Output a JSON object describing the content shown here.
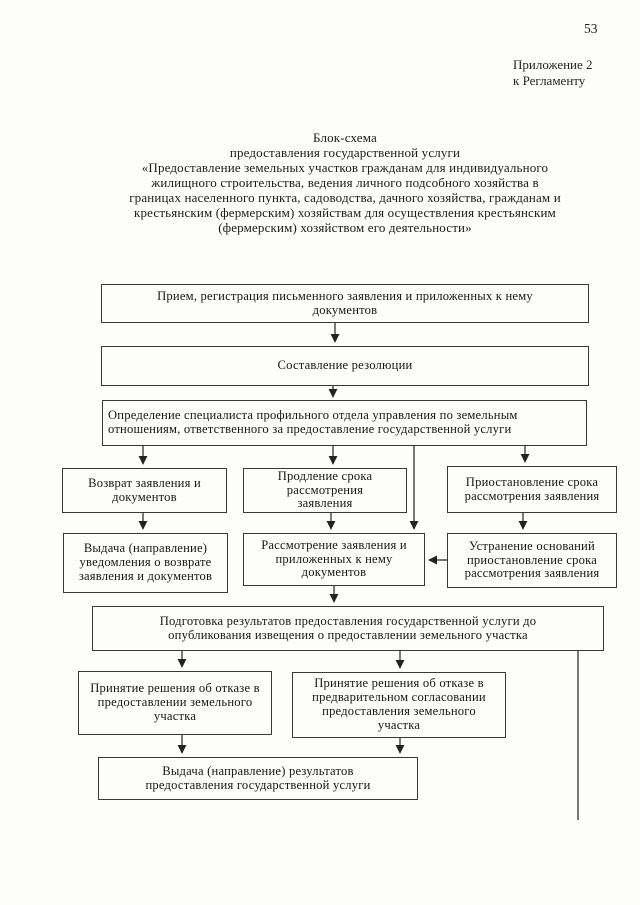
{
  "page": {
    "number": "53",
    "annotation": {
      "line1": "Приложение 2",
      "line2": "к Регламенту"
    }
  },
  "title": {
    "lines": [
      "Блок-схема",
      "предоставления государственной услуги",
      "«Предоставление земельных участков гражданам для индивидуального",
      "жилищного строительства, ведения личного подсобного хозяйства в",
      "границах населенного пункта, садоводства, дачного хозяйства, гражданам и",
      "крестьянским (фермерским) хозяйствам для осуществления крестьянским",
      "(фермерским) хозяйством его деятельности»"
    ]
  },
  "flowchart": {
    "nodes": {
      "reception": "Прием, регистрация письменного заявления и приложенных к нему документов",
      "resolution": "Составление резолюции",
      "specialist_assignment": "Определение специалиста профильного отдела управления по земельным отношениям, ответственного за предоставление государственной услуги",
      "return_application": "Возврат заявления и документов",
      "extension_period": "Продление срока рассмотрения заявления",
      "suspension_period": "Приостановление срока рассмотрения заявления",
      "return_notification": "Выдача (направление) уведомления о возврате заявления и документов",
      "application_review": "Рассмотрение заявления и приложенных к нему документов",
      "grounds_elimination": "Устранение оснований приостановление срока рассмотрения заявления",
      "results_preparation": "Подготовка результатов предоставления государственной услуги до опубликования извещения о предоставлении земельного участка",
      "refusal_provision": "Принятие решения об отказе в предоставлении земельного участка",
      "refusal_preliminary_approval": "Принятие решения об отказе в предварительном согласовании предоставления земельного участка",
      "results_issuance": "Выдача (направление) результатов предоставления государственной услуги"
    }
  }
}
